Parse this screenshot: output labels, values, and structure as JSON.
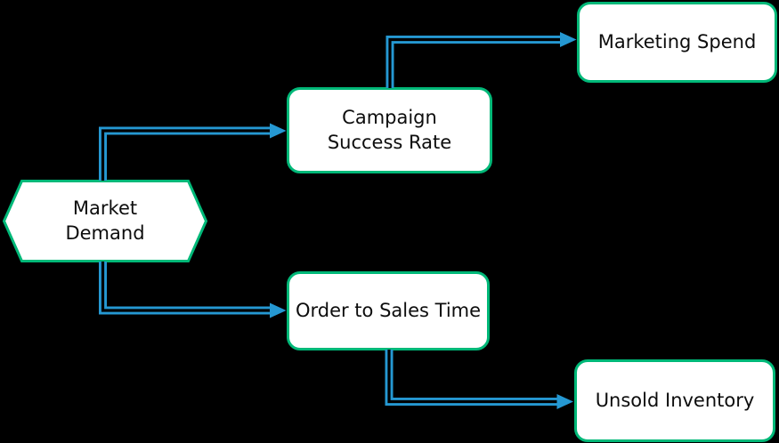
{
  "diagram": {
    "type": "flowchart",
    "background_color": "#000000",
    "node_fill_color": "#ffffff",
    "node_border_color": "#00b878",
    "edge_color": "#2598d2",
    "text_color": "#0d0d0d"
  },
  "nodes": [
    {
      "id": "market-demand",
      "label": "Market Demand",
      "shape": "hexagon"
    },
    {
      "id": "campaign-success-rate",
      "label": "Campaign Success Rate",
      "shape": "rounded-rect"
    },
    {
      "id": "marketing-spend",
      "label": "Marketing Spend",
      "shape": "rounded-rect"
    },
    {
      "id": "order-to-sales-time",
      "label": "Order to Sales Time",
      "shape": "rounded-rect"
    },
    {
      "id": "unsold-inventory",
      "label": "Unsold Inventory",
      "shape": "rounded-rect"
    }
  ],
  "edges": [
    {
      "from": "market-demand",
      "to": "campaign-success-rate",
      "style": "double-line-arrow"
    },
    {
      "from": "market-demand",
      "to": "order-to-sales-time",
      "style": "double-line-arrow"
    },
    {
      "from": "campaign-success-rate",
      "to": "marketing-spend",
      "style": "double-line-arrow"
    },
    {
      "from": "order-to-sales-time",
      "to": "unsold-inventory",
      "style": "double-line-arrow"
    }
  ]
}
